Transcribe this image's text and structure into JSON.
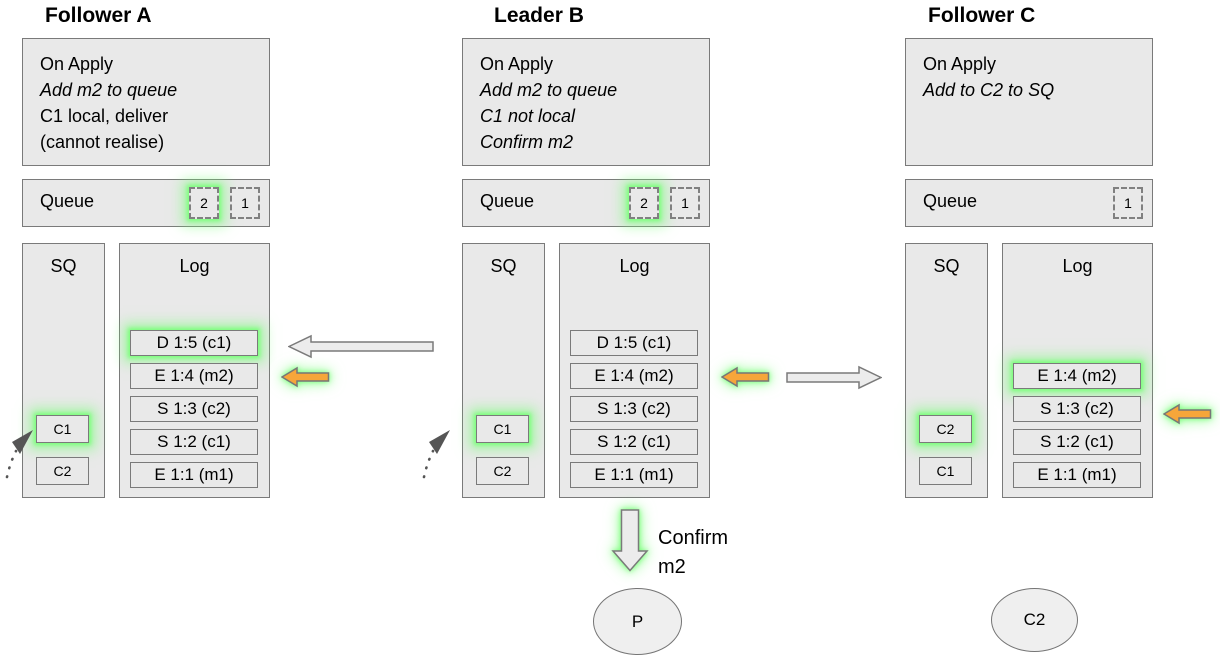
{
  "colors": {
    "box_fill": "#e9e9e9",
    "box_border": "#7a7a7a",
    "highlight_glow": "#78ff78",
    "orange_arrow_fill": "#f6a63a",
    "gray_arrow_fill": "#ececec",
    "text": "#000000"
  },
  "nodes": [
    {
      "title": "Follower A",
      "apply_lines": [
        {
          "text": "On Apply",
          "italic": false
        },
        {
          "text": "Add m2 to queue",
          "italic": true
        },
        {
          "text": "C1 local, deliver",
          "italic": false
        },
        {
          "text": "(cannot realise)",
          "italic": false
        }
      ],
      "queue_label": "Queue",
      "queue_items": [
        {
          "value": "2",
          "highlight": true
        },
        {
          "value": "1",
          "highlight": false
        }
      ],
      "sq_label": "SQ",
      "sq_items": [
        {
          "value": "C1",
          "highlight": true
        },
        {
          "value": "C2",
          "highlight": false
        }
      ],
      "log_label": "Log",
      "log_entries": [
        {
          "text": "D 1:5 (c1)",
          "highlight": true
        },
        {
          "text": "E 1:4 (m2)",
          "highlight": false
        },
        {
          "text": "S 1:3 (c2)",
          "highlight": false
        },
        {
          "text": "S 1:2 (c1)",
          "highlight": false
        },
        {
          "text": "E 1:1 (m1)",
          "highlight": false
        }
      ]
    },
    {
      "title": "Leader B",
      "apply_lines": [
        {
          "text": "On Apply",
          "italic": false
        },
        {
          "text": "Add m2 to queue",
          "italic": true
        },
        {
          "text": "C1 not local",
          "italic": true
        },
        {
          "text": "Confirm m2",
          "italic": true
        }
      ],
      "queue_label": "Queue",
      "queue_items": [
        {
          "value": "2",
          "highlight": true
        },
        {
          "value": "1",
          "highlight": false
        }
      ],
      "sq_label": "SQ",
      "sq_items": [
        {
          "value": "C1",
          "highlight": true
        },
        {
          "value": "C2",
          "highlight": false
        }
      ],
      "log_label": "Log",
      "log_entries": [
        {
          "text": "D 1:5 (c1)",
          "highlight": false
        },
        {
          "text": "E 1:4 (m2)",
          "highlight": false
        },
        {
          "text": "S 1:3 (c2)",
          "highlight": false
        },
        {
          "text": "S 1:2 (c1)",
          "highlight": false
        },
        {
          "text": "E 1:1 (m1)",
          "highlight": false
        }
      ]
    },
    {
      "title": "Follower C",
      "apply_lines": [
        {
          "text": "On Apply",
          "italic": false
        },
        {
          "text": "Add to C2 to SQ",
          "italic": true
        }
      ],
      "queue_label": "Queue",
      "queue_items": [
        {
          "value": "1",
          "highlight": false
        }
      ],
      "sq_label": "SQ",
      "sq_items": [
        {
          "value": "C2",
          "highlight": true
        },
        {
          "value": "C1",
          "highlight": false
        }
      ],
      "log_label": "Log",
      "log_entries": [
        {
          "text": "E 1:4 (m2)",
          "highlight": true
        },
        {
          "text": "S 1:3 (c2)",
          "highlight": false
        },
        {
          "text": "S 1:2 (c1)",
          "highlight": false
        },
        {
          "text": "E 1:1 (m1)",
          "highlight": false
        }
      ]
    }
  ],
  "annotations": {
    "confirm": "Confirm m2"
  },
  "processes": [
    {
      "label": "P"
    },
    {
      "label": "C2"
    }
  ]
}
